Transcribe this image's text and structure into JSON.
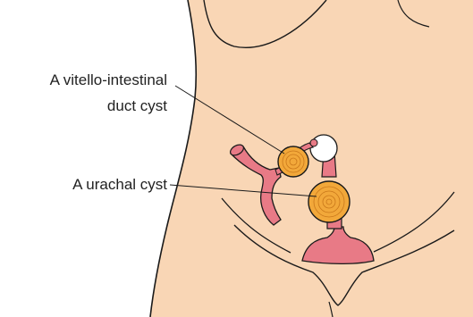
{
  "labels": {
    "vitello_line1": "A vitello-intestinal",
    "vitello_line2": "duct cyst",
    "urachal": "A urachal cyst"
  },
  "colors": {
    "skin": "#f9d6b5",
    "outline": "#1a1a1a",
    "pink": "#e87a86",
    "cyst": "#f2a83a",
    "cyst_ring": "#c9771a",
    "background": "#ffffff"
  }
}
